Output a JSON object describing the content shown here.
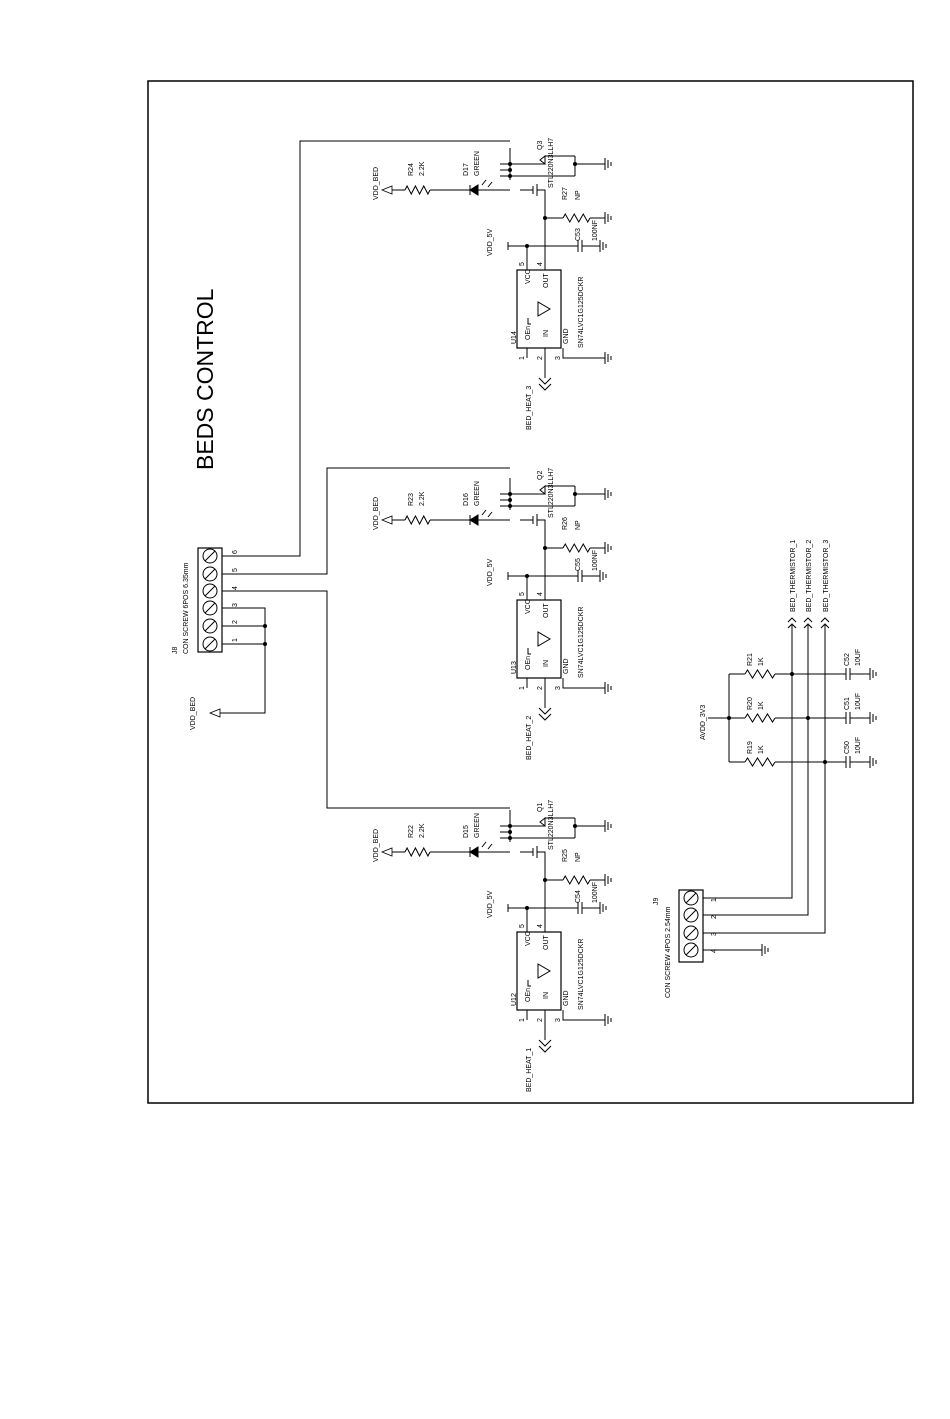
{
  "title": "BEDS CONTROL",
  "j8": {
    "ref": "J8",
    "value": "CON SCREW 6POS 6.35mm",
    "pins": [
      "1",
      "2",
      "3",
      "4",
      "5",
      "6"
    ],
    "net": "VDD_BED"
  },
  "channels": [
    {
      "u_ref": "U12",
      "u_value": "SN74LVC1G125DCKR",
      "q_ref": "Q1",
      "q_value": "STL220N3LLH7",
      "d_ref": "D15",
      "d_value": "GREEN",
      "r_led_ref": "R22",
      "r_led_value": "2.2K",
      "r_pd_ref": "R25",
      "r_pd_value": "NP",
      "c_ref": "C54",
      "c_value": "100NF",
      "heat_net": "BED_HEAT_1",
      "vdd": "VDD_5V",
      "vbed": "VDD_BED"
    },
    {
      "u_ref": "U13",
      "u_value": "SN74LVC1G125DCKR",
      "q_ref": "Q2",
      "q_value": "STL220N3LLH7",
      "d_ref": "D16",
      "d_value": "GREEN",
      "r_led_ref": "R23",
      "r_led_value": "2.2K",
      "r_pd_ref": "R26",
      "r_pd_value": "NP",
      "c_ref": "C55",
      "c_value": "100NF",
      "heat_net": "BED_HEAT_2",
      "vdd": "VDD_5V",
      "vbed": "VDD_BED"
    },
    {
      "u_ref": "U14",
      "u_value": "SN74LVC1G125DCKR",
      "q_ref": "Q3",
      "q_value": "STL220N3LLH7",
      "d_ref": "D17",
      "d_value": "GREEN",
      "r_led_ref": "R24",
      "r_led_value": "2.2K",
      "r_pd_ref": "R27",
      "r_pd_value": "NP",
      "c_ref": "C53",
      "c_value": "100NF",
      "heat_net": "BED_HEAT_3",
      "vdd": "VDD_5V",
      "vbed": "VDD_BED"
    }
  ],
  "pin_labels": {
    "vcc": "VCC",
    "out": "OUT",
    "oen": "OEn",
    "in": "IN",
    "gnd": "GND",
    "p1": "1",
    "p2": "2",
    "p3": "3",
    "p4": "4",
    "p5": "5"
  },
  "thermistor": {
    "supply": "AVDD_3V3",
    "resistors": [
      {
        "ref": "R19",
        "value": "1K"
      },
      {
        "ref": "R20",
        "value": "1K"
      },
      {
        "ref": "R21",
        "value": "1K"
      }
    ],
    "caps": [
      {
        "ref": "C50",
        "value": "10UF"
      },
      {
        "ref": "C51",
        "value": "10UF"
      },
      {
        "ref": "C52",
        "value": "10UF"
      }
    ],
    "nets": [
      "BED_THERMISTOR_1",
      "BED_THERMISTOR_2",
      "BED_THERMISTOR_3"
    ]
  },
  "j9": {
    "ref": "J9",
    "value": "CON SCREW 4POS 2.54mm",
    "pins": [
      "1",
      "2",
      "3",
      "4"
    ]
  }
}
